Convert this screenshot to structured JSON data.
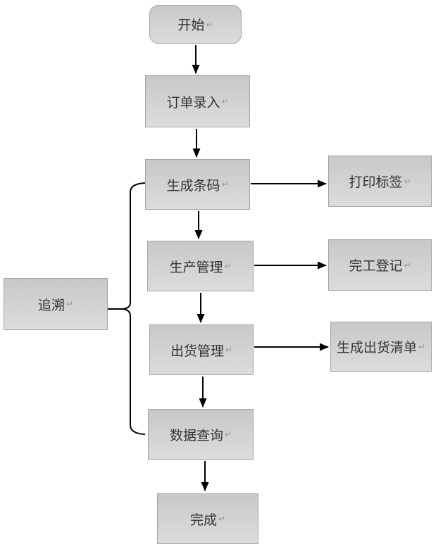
{
  "diagram": {
    "type": "flowchart",
    "nodes": {
      "start": {
        "label": "开始",
        "mark": "↵",
        "shape": "rounded"
      },
      "order_entry": {
        "label": "订单录入",
        "mark": "↵",
        "shape": "rect"
      },
      "generate_barcode": {
        "label": "生成条码",
        "mark": "↵",
        "shape": "rect"
      },
      "print_label": {
        "label": "打印标签",
        "mark": "↵",
        "shape": "rect"
      },
      "production_mgmt": {
        "label": "生产管理",
        "mark": "↵",
        "shape": "rect"
      },
      "completion_reg": {
        "label": "完工登记",
        "mark": "↵",
        "shape": "rect"
      },
      "shipment_mgmt": {
        "label": "出货管理",
        "mark": "↵",
        "shape": "rect"
      },
      "shipment_list": {
        "label": "生成出货清单",
        "mark": "↵",
        "shape": "rect"
      },
      "data_query": {
        "label": "数据查询",
        "mark": "↵",
        "shape": "rect"
      },
      "finish": {
        "label": "完成",
        "mark": "↵",
        "shape": "rect"
      },
      "trace": {
        "label": "追溯",
        "mark": "↵",
        "shape": "rect"
      }
    },
    "edges": [
      {
        "from": "start",
        "to": "order_entry",
        "style": "arrow"
      },
      {
        "from": "order_entry",
        "to": "generate_barcode",
        "style": "arrow"
      },
      {
        "from": "generate_barcode",
        "to": "print_label",
        "style": "arrow"
      },
      {
        "from": "generate_barcode",
        "to": "production_mgmt",
        "style": "arrow"
      },
      {
        "from": "production_mgmt",
        "to": "completion_reg",
        "style": "arrow"
      },
      {
        "from": "production_mgmt",
        "to": "shipment_mgmt",
        "style": "arrow"
      },
      {
        "from": "shipment_mgmt",
        "to": "shipment_list",
        "style": "arrow"
      },
      {
        "from": "shipment_mgmt",
        "to": "data_query",
        "style": "arrow"
      },
      {
        "from": "data_query",
        "to": "finish",
        "style": "arrow"
      },
      {
        "from": "trace",
        "to": [
          "generate_barcode",
          "production_mgmt",
          "shipment_mgmt",
          "data_query"
        ],
        "style": "brace"
      }
    ]
  },
  "colors": {
    "background": "#ffffff",
    "box_fill_top": "#c8c8c8",
    "box_fill_bottom": "#dcdcdc",
    "box_border": "#a3a3a3",
    "text_color": "#333333",
    "mark_color": "#969696",
    "connector": "#000000"
  }
}
